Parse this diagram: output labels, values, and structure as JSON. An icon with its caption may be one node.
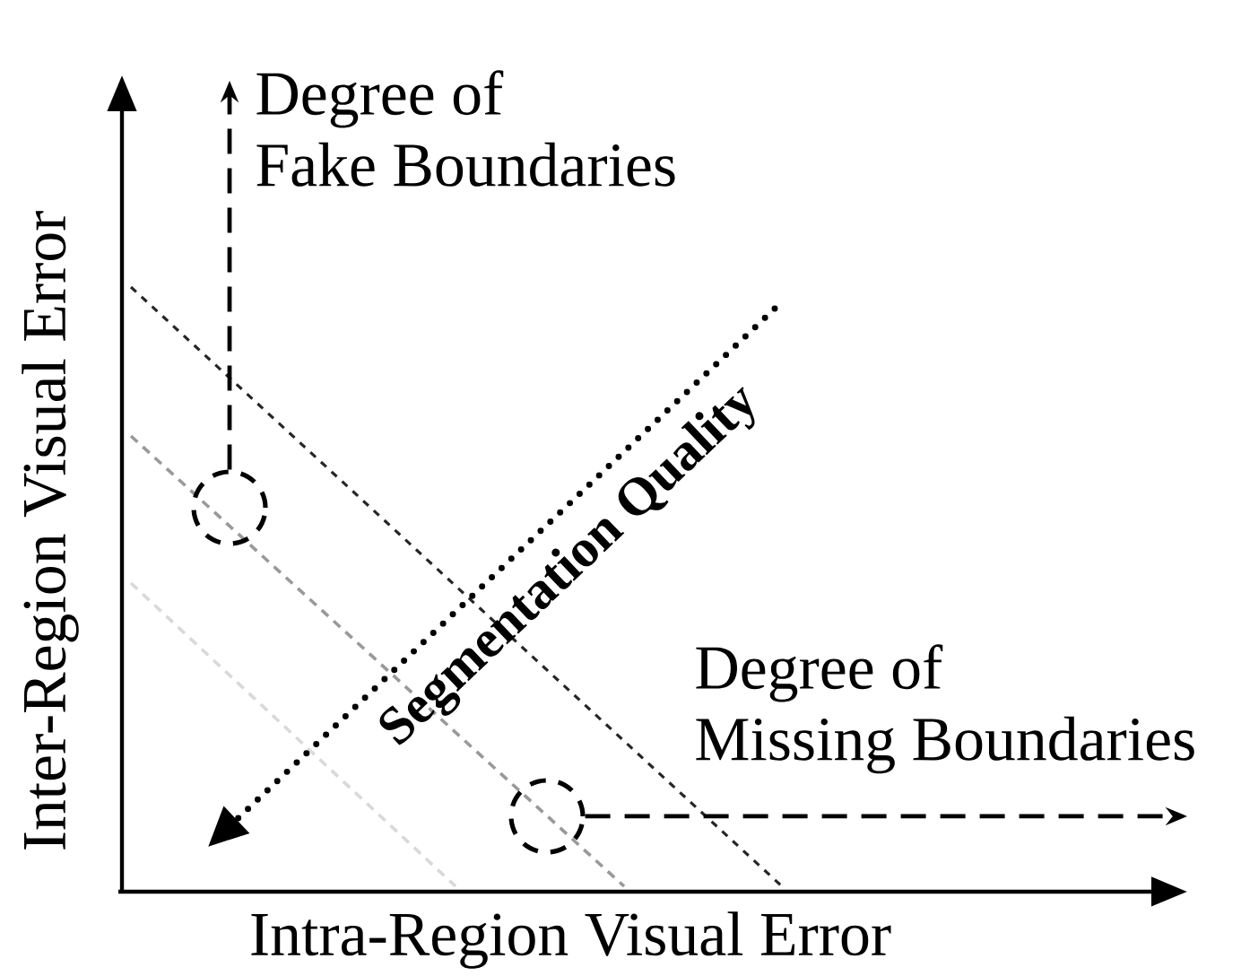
{
  "diagram": {
    "nodes": [
      {
        "text": [],
        "shape": "circle"
      },
      {
        "text": [],
        "shape": "circle"
      }
    ],
    "edges": [
      {
        "from": 0,
        "to": null,
        "arrow": "to",
        "style": "dashed",
        "label": "Degree of Fake Boundaries"
      },
      {
        "from": 1,
        "to": null,
        "arrow": "to",
        "style": "dashed",
        "label": "Degree of Missing Boundaries"
      }
    ],
    "labels": [
      "Segmentation Quality",
      "Inter-Region Visual Error",
      "Intra-Region Visual Error"
    ]
  }
}
